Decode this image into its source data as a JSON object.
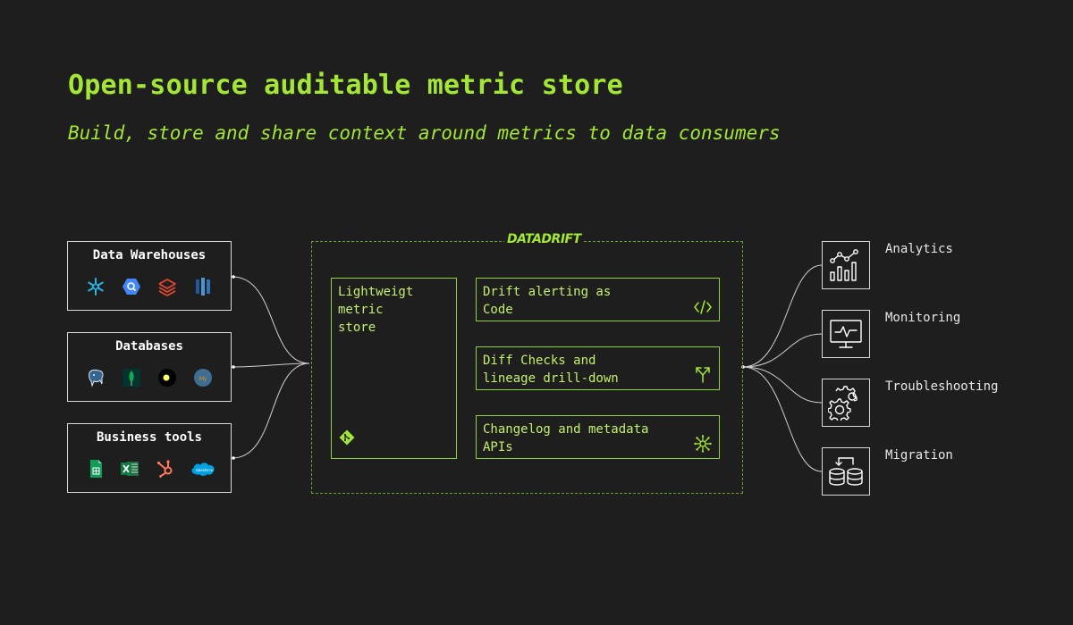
{
  "header": {
    "title": "Open-source auditable metric store",
    "subtitle": "Build, store and share context around metrics to data consumers"
  },
  "sources": [
    {
      "label": "Data Warehouses",
      "logos": [
        "snowflake-icon",
        "bigquery-icon",
        "databricks-icon",
        "redshift-icon"
      ]
    },
    {
      "label": "Databases",
      "logos": [
        "postgresql-icon",
        "mongodb-icon",
        "clickhouse-icon",
        "mysql-icon"
      ]
    },
    {
      "label": "Business tools",
      "logos": [
        "google-sheets-icon",
        "excel-icon",
        "hubspot-icon",
        "salesforce-icon"
      ]
    }
  ],
  "logo_text": {
    "mysql": "My",
    "salesforce": "salesforce"
  },
  "datadrift": {
    "brand": "DATADRIFT",
    "store": {
      "label": "Lightweigt\nmetric\nstore",
      "icon": "git-icon"
    },
    "features": [
      {
        "label": "Drift alerting as\nCode",
        "icon": "code-icon"
      },
      {
        "label": "Diff Checks and\nlineage drill-down",
        "icon": "merge-arrows-icon"
      },
      {
        "label": "Changelog and metadata\nAPIs",
        "icon": "network-icon"
      }
    ]
  },
  "outputs": [
    {
      "label": "Analytics",
      "icon": "analytics-chart-icon"
    },
    {
      "label": "Monitoring",
      "icon": "monitor-pulse-icon"
    },
    {
      "label": "Troubleshooting",
      "icon": "gears-icon"
    },
    {
      "label": "Migration",
      "icon": "database-migration-icon"
    }
  ],
  "colors": {
    "background": "#1e1e1e",
    "accent": "#a3e635",
    "border": "#d8d8d8",
    "dashed": "#6aa52a"
  }
}
